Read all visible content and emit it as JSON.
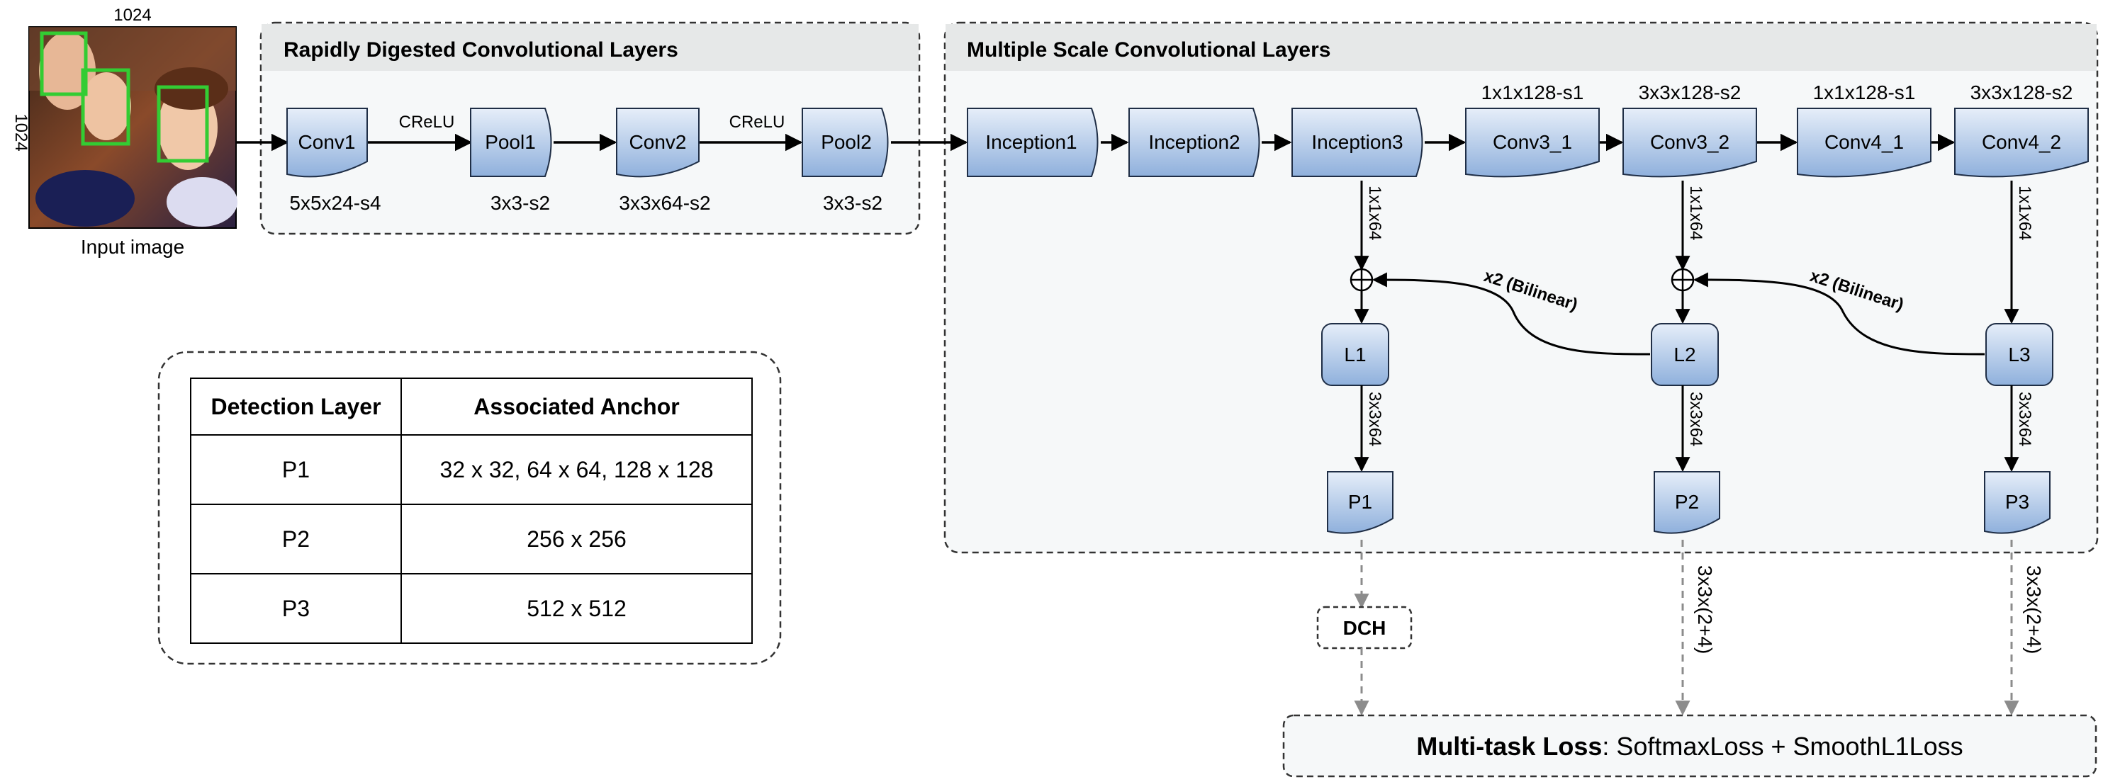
{
  "input": {
    "width_label": "1024",
    "height_label": "1024",
    "caption": "Input image"
  },
  "rdcl": {
    "title": "Rapidly Digested Convolutional Layers",
    "activation1": "CReLU",
    "activation2": "CReLU",
    "nodes": [
      {
        "label": "Conv1",
        "param": "5x5x24-s4"
      },
      {
        "label": "Pool1",
        "param": "3x3-s2"
      },
      {
        "label": "Conv2",
        "param": "3x3x64-s2"
      },
      {
        "label": "Pool2",
        "param": "3x3-s2"
      }
    ]
  },
  "mscl": {
    "title": "Multiple Scale Convolutional Layers",
    "inception": [
      "Inception1",
      "Inception2",
      "Inception3"
    ],
    "convs": [
      {
        "label": "Conv3_1",
        "param": "1x1x128-s1"
      },
      {
        "label": "Conv3_2",
        "param": "3x3x128-s2"
      },
      {
        "label": "Conv4_1",
        "param": "1x1x128-s1"
      },
      {
        "label": "Conv4_2",
        "param": "3x3x128-s2"
      }
    ],
    "lateral_param": "1x1x64",
    "upsample_label": "x2 (Bilinear)",
    "levels": [
      "L1",
      "L2",
      "L3"
    ],
    "level_param": "3x3x64",
    "outputs": [
      "P1",
      "P2",
      "P3"
    ]
  },
  "head": {
    "dch": "DCH",
    "out_param": "3x3x(2+4)",
    "loss_bold": "Multi-task Loss",
    "loss_rest": ": SoftmaxLoss + SmoothL1Loss"
  },
  "table": {
    "headers": [
      "Detection Layer",
      "Associated Anchor"
    ],
    "rows": [
      [
        "P1",
        "32 x 32, 64 x 64, 128 x 128"
      ],
      [
        "P2",
        "256 x 256"
      ],
      [
        "P3",
        "512 x 512"
      ]
    ]
  },
  "colors": {
    "node_fill_top": "#e6eef9",
    "node_fill_bottom": "#8fb0dc",
    "node_stroke": "#1f2e46",
    "panel_bg": "#f6f8f9",
    "title_band": "#e6e8e8",
    "face_box": "#33cc33",
    "dashed_arrow": "#8c8c8c"
  }
}
